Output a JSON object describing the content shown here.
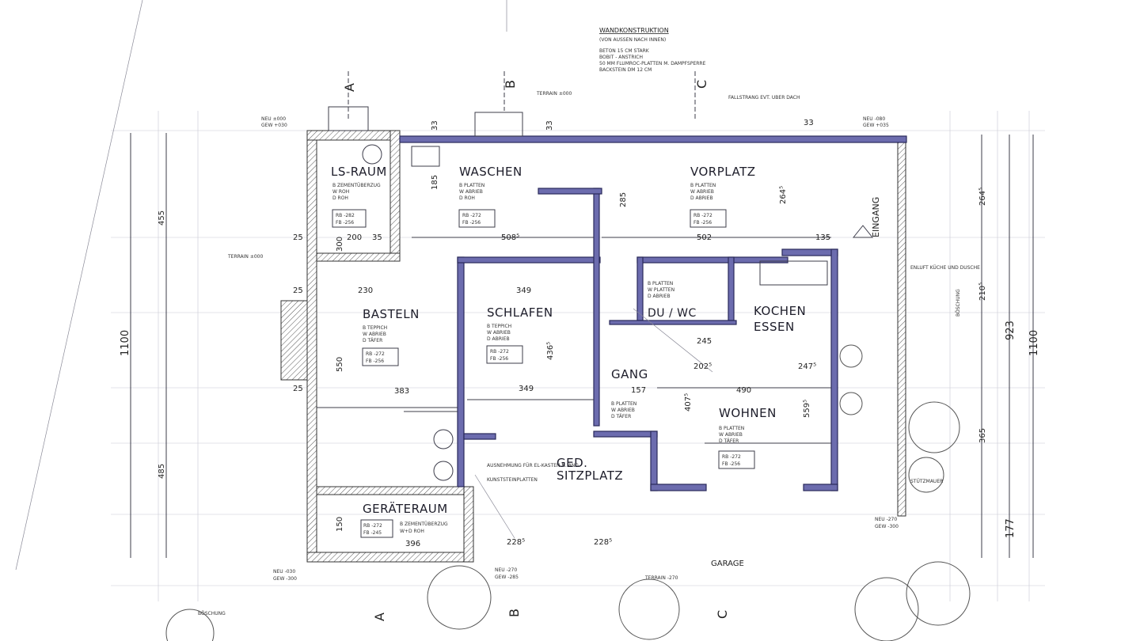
{
  "notes": {
    "wall_title": "WANDKONSTRUKTION",
    "wall_sub": "(VON AUSSEN NACH INNEN)",
    "wall_lines": [
      "BETON  15 CM STARK",
      "BOBIT - ANSTRICH",
      "50 MM FLUMROC-PLATTEN M. DAMPFSPERRE",
      "BACKSTEIN  DM 12 CM"
    ],
    "terrain_top": "TERRAIN ±000",
    "terrain_left": "TERRAIN ±000",
    "fallstrang": "FALLSTRANG EVT. UBER DACH",
    "boschung_bottom": "BÖSCHUNG",
    "boschung_right": "BÖSCHUNG",
    "stutzmauer": "STÜTZMAUER",
    "garage_terrain": "TERRAIN -270",
    "neu_top_left": "NEU ±000",
    "gew_top_left": "GEW +030",
    "neu_top_right": "NEU -080",
    "gew_top_right": "GEW +035",
    "neu_bottom_left": "NEU -030",
    "gew_bottom_left": "GEW -300",
    "neu_bottom_mid": "NEU -270",
    "gew_bottom_mid": "GEW -285",
    "neu_right": "NEU -270",
    "gew_right": "GEW -300",
    "luft_kueche": "ENLUFT KÜCHE UND DUSCHE",
    "ausnehmung": "AUSNEHMUNG FÜR EL-KASTEN N. ANG.",
    "kunststein": "KUNSTSTEINPLATTEN"
  },
  "rooms": {
    "ls_raum": "LS-RAUM",
    "waschen": "WASCHEN",
    "vorplatz": "VORPLATZ",
    "basteln": "BASTELN",
    "schlafen": "SCHLAFEN",
    "du_wc": "DU / WC",
    "kochen": "KOCHEN",
    "essen": "ESSEN",
    "gang": "GANG",
    "wohnen": "WOHNEN",
    "geraeteraum": "GERÄTERAUM",
    "ged": "GED.",
    "sitzplatz": "SITZPLATZ",
    "garage": "GARAGE",
    "eingang": "EINGANG"
  },
  "finishes": {
    "ls_raum": [
      "B  ZEMENTÜBERZUG",
      "W  ROH",
      "D  ROH"
    ],
    "waschen": [
      "B  PLATTEN",
      "W  ABRIEB",
      "D  ROH"
    ],
    "vorplatz": [
      "B  PLATTEN",
      "W  ABRIEB",
      "D  ABRIEB"
    ],
    "basteln": [
      "B  TEPPICH",
      "W  ABRIEB",
      "D  TÄFER"
    ],
    "schlafen": [
      "B  TEPPICH",
      "W  ABRIEB",
      "D  ABRIEB"
    ],
    "du_wc": [
      "B  PLATTEN",
      "W  PLATTEN",
      "D  ABRIEB"
    ],
    "gang": [
      "B  PLATTEN",
      "W  ABRIEB",
      "D  TÄFER"
    ],
    "wohnen": [
      "B  PLATTEN",
      "W  ABRIEB",
      "D  TÄFER"
    ],
    "geraeteraum": [
      "B  ZEMENTÜBERZUG",
      "W+D  ROH"
    ]
  },
  "levels": {
    "ls_raum": [
      "RB -282",
      "FB -256"
    ],
    "waschen": [
      "RB -272",
      "FB -256"
    ],
    "vorplatz": [
      "RB -272",
      "FB -256"
    ],
    "basteln": [
      "RB -272",
      "FB -256"
    ],
    "schlafen": [
      "RB -272",
      "FB -256"
    ],
    "wohnen": [
      "RB -272",
      "FB -256"
    ],
    "geraeteraum": [
      "RB -272",
      "FB -245"
    ]
  },
  "dimensions": {
    "left_total": "1100",
    "left_top": "455",
    "left_bottom": "485",
    "right_total": "1100",
    "right_923": "923",
    "right_177": "177",
    "right_365": "365",
    "right_2645": "264⁵",
    "right_2105": "210⁵",
    "ls_200": "200",
    "ls_35": "35",
    "ls_300": "300",
    "waschen_5085": "508⁵",
    "waschen_185": "185",
    "vorplatz_502": "502",
    "vorplatz_285": "285",
    "vorplatz_2645": "264⁵",
    "basteln_230": "230",
    "basteln_383": "383",
    "basteln_550": "550",
    "schlafen_349": "349",
    "schlafen_349b": "349",
    "schlafen_436": "436⁵",
    "gang_157": "157",
    "gang_245": "245",
    "gang_2025": "202⁵",
    "wohnen_490": "490",
    "wohnen_407": "407⁵",
    "wohnen_559": "559⁵",
    "kochen_2475": "247⁵",
    "ger_396": "396",
    "ger_150": "150",
    "sitz_2285a": "228⁵",
    "sitz_2285b": "228⁵",
    "135": "135",
    "25a": "25",
    "25b": "25",
    "25c": "25",
    "33a": "33",
    "33b": "33",
    "33c": "33"
  },
  "section_markers": [
    "A",
    "B",
    "C"
  ],
  "colors": {
    "wall_fill": "#6c6cae",
    "ink": "#1d1d2a",
    "paper": "#ffffff"
  }
}
